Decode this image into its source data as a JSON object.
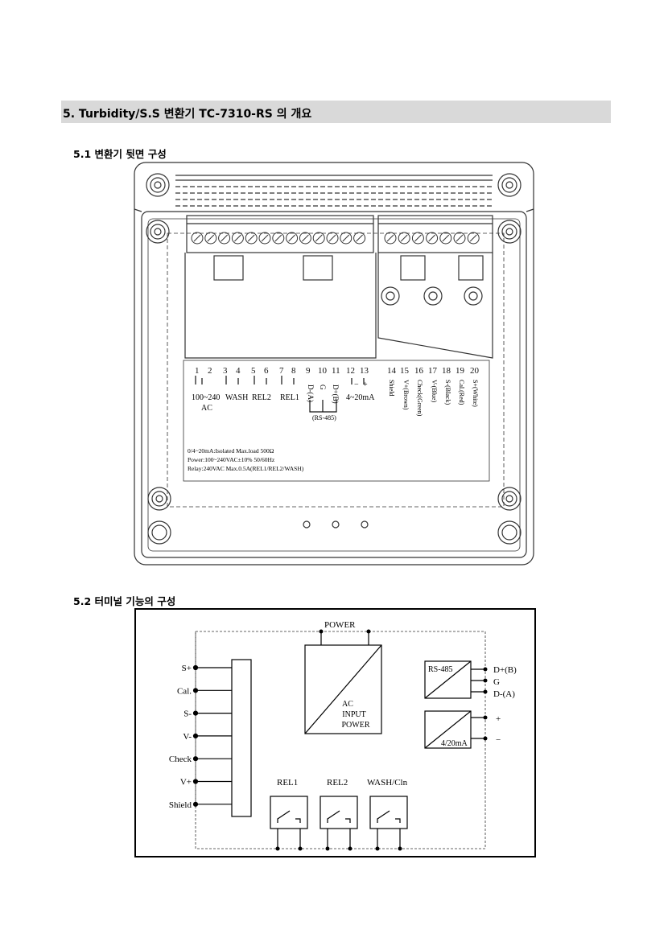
{
  "section": {
    "title": "5. Turbidity/S.S 변환기 TC-7310-RS 의 개요"
  },
  "sub1": {
    "title": "5.1 변환기 뒷면 구성"
  },
  "sub2": {
    "title": "5.2 터미널 기능의 구성"
  },
  "rear_panel": {
    "terminal_numbers": [
      "1",
      "2",
      "3",
      "4",
      "5",
      "6",
      "7",
      "8",
      "9",
      "10",
      "11",
      "12",
      "13",
      "14",
      "15",
      "16",
      "17",
      "18",
      "19",
      "20"
    ],
    "labels": {
      "ac": "100~240",
      "ac2": "AC",
      "wash": "WASH",
      "rel2": "REL2",
      "rel1": "REL1",
      "dminus": "D-(A)",
      "g": "G",
      "dplus": "D+(B)",
      "current": "4~20mA",
      "rs485": "(RS-485)",
      "pm_plus": "+",
      "pm_minus": "−",
      "shield": "Shield",
      "vplus": "V+(Brown)",
      "check": "Check(Green)",
      "vminus": "V-(Blue)",
      "sminus": "S-(Black)",
      "cal": "Cal.(Red)",
      "splus": "S+(White)"
    },
    "notes": [
      "0/4~20mA:Isolated Max.load 500Ω",
      "Power:100~240VAC±10% 50/60Hz",
      "Relay:240VAC Max.0.5A(REL1/REL2/WASH)"
    ]
  },
  "wiring": {
    "power": "POWER",
    "ac1": "AC",
    "ac2": "INPUT",
    "ac3": "POWER",
    "rs485": "RS-485",
    "current": "4/20mA",
    "dplus": "D+(B)",
    "g": "G",
    "dminus": "D-(A)",
    "plus": "+",
    "minus": "−",
    "rel1": "REL1",
    "rel2": "REL2",
    "wash": "WASH/Cln",
    "sensor_terminals": [
      "S+",
      "Cal.",
      "S-",
      "V-",
      "Check",
      "V+",
      "Shield"
    ]
  }
}
